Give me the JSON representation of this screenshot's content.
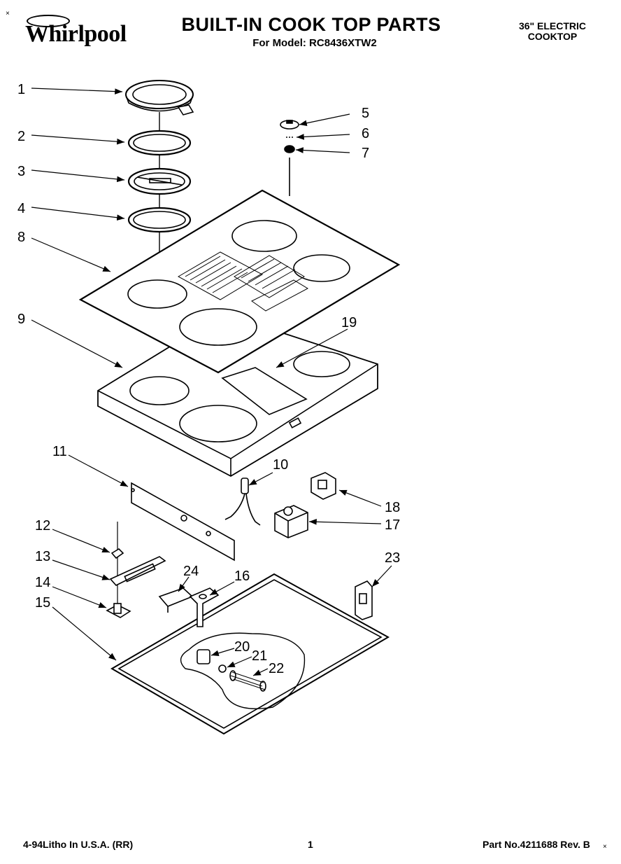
{
  "header": {
    "brand": "Whirlpool",
    "title": "BUILT-IN COOK TOP PARTS",
    "model": "For Model: RC8436XTW2",
    "product_line1": "36\" ELECTRIC",
    "product_line2": "COOKTOP"
  },
  "footer": {
    "litho": "4-94Litho In U.S.A. (RR)",
    "page": "1",
    "part_no": "Part No.4211688 Rev. B"
  },
  "callouts": [
    "1",
    "2",
    "3",
    "4",
    "5",
    "6",
    "7",
    "8",
    "9",
    "10",
    "11",
    "12",
    "13",
    "14",
    "15",
    "16",
    "17",
    "18",
    "19",
    "20",
    "21",
    "22",
    "23",
    "24"
  ]
}
